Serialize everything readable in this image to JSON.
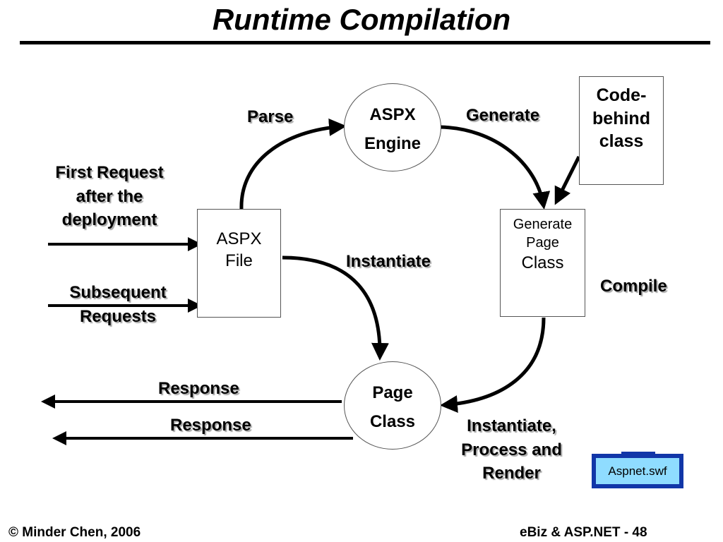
{
  "title": "Runtime Compilation",
  "nodes": {
    "aspx_engine": [
      "ASPX",
      "Engine"
    ],
    "aspx_file": [
      "ASPX",
      "File"
    ],
    "code_behind": [
      "Code-",
      "behind",
      "class"
    ],
    "generate_page_class": [
      "Generate",
      "Page",
      "Class"
    ],
    "page_class": [
      "Page",
      "Class"
    ]
  },
  "labels": {
    "parse": "Parse",
    "generate": "Generate",
    "first_request": [
      "First Request",
      "after the",
      "deployment"
    ],
    "subsequent_requests": [
      "Subsequent",
      "Requests"
    ],
    "instantiate": "Instantiate",
    "compile": "Compile",
    "response_1": "Response",
    "response_2": "Response",
    "instantiate_process_render": [
      "Instantiate,",
      "Process and",
      "Render"
    ]
  },
  "media_button": "Aspnet.swf",
  "footer": {
    "left": "© Minder Chen, 2006",
    "right": "eBiz & ASP.NET - 48"
  }
}
